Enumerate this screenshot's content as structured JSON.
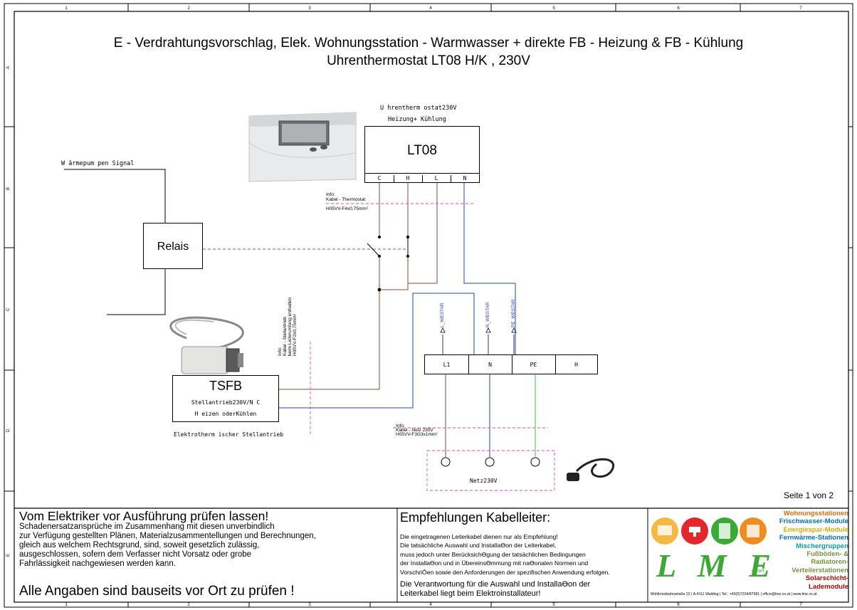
{
  "title": {
    "line1": "E - Verdrahtungsvorschlag, Elek. Wohnungsstation - Warmwasser  + direkte FB - Heizung & FB - Kühlung",
    "line2": "Uhrenthermostat  LT08 H/K , 230V"
  },
  "frame": {
    "columns": [
      "1",
      "2",
      "3",
      "4",
      "5",
      "6",
      "7"
    ],
    "rows": [
      "A",
      "B",
      "C",
      "D",
      "E"
    ]
  },
  "thermostat": {
    "caption1": "U hrentherm ostat230V",
    "caption2": "Heizung+ Kühlung",
    "model": "LT08",
    "terminals": [
      "C",
      "H",
      "L",
      "N"
    ],
    "image_name": "Uhrenthermostat"
  },
  "heatpump_signal": "W ärmepum pen Signal",
  "relais_label": "Relais",
  "info_thermostat": [
    "Info:",
    "Kabel - Thermostat",
    "H05VV-F4x0,75mm²"
  ],
  "info_actuator": [
    "Info:",
    "Kabel - Stellantrieb",
    "beim Lieferumfang enthalten",
    "H05VV-F2x0,75mm²"
  ],
  "info_mains": [
    "Info:",
    "Kabel - Netz 230V",
    "H05VV-F3G3x1mm²"
  ],
  "actuator": {
    "name": "TSFB",
    "line1": "Stellantrieb230V/N C",
    "line2": "H eizen oderKühlen",
    "caption": "Elektrotherm ischer Stellantrieb"
  },
  "station": {
    "terminals": [
      "L1",
      "N",
      "PE",
      "H"
    ],
    "wire_labels": [
      "L_WESTAR",
      "N_WESTAR",
      "PE_WESTAR"
    ]
  },
  "mains": {
    "label": "Netz230V"
  },
  "page": "Seite 1 von 2",
  "footer": {
    "warning_title": "Vom Elektriker vor Ausführung prüfen lassen!",
    "warning_lines": [
      "Schadenersatzansprüche im Zusammenhang mit diesen unverbindlich",
      "zur Verfügung gestellten Plänen, Materialzusammentellungen und Berechnungen,",
      "gleich aus welchem Rechtsgrund, sind, soweit gesetzlich zulässig,",
      "ausgeschlossen, sofern dem Verfasser nicht Vorsatz oder grobe",
      "Fahrlässigkeit nachgewiesen werden kann."
    ],
    "warning_bottom": "Alle Angaben sind bauseits vor Ort zu prüfen !",
    "rec_title": "Empfehlungen Kabelleiter:",
    "rec_lines": [
      "Die eingetragenen Leiterkabel dienen nur als Empfehlung!",
      "Die tatsächliche Auswahl und InstallaƟon der Leiterkabel,",
      "muss jedoch unter BerücksichƟgung der tatsächlichen Bedingungen",
      "der InstallaƟon und in ÜbereinsƟmmung mit naƟonalen Normen und",
      "VorschriŌen sowie den Anforderungen der spezifischen Anwendung erfolgen."
    ],
    "rec_bottom": [
      "Die Verantwortung für die Auswahl und InstallaƟon der",
      "Leiterkabel liegt beim Elektroinstallateur!"
    ],
    "logo_text": "L M E",
    "logo_gmbh": "GmbH",
    "categories": [
      {
        "text": "Wohnungsstationen",
        "color": "#e36c0a"
      },
      {
        "text": "Frischwasser-Module",
        "color": "#0070c0"
      },
      {
        "text": "Energiespar-Module",
        "color": "#e0a800"
      },
      {
        "text": "Fernwärme-Stationen",
        "color": "#0070c0"
      },
      {
        "text": "Mischergruppen",
        "color": "#00a0b0"
      },
      {
        "text": "Fußböden- & Radiatoren-",
        "color": "#76923c"
      },
      {
        "text": "Verteilerstationen",
        "color": "#76923c"
      },
      {
        "text": "Solarschicht-Lademodule",
        "color": "#c00000"
      }
    ],
    "address": "Mühlkreisbahnstraße 22 | A-4111 Walding | Tel.: +43(0)7234/87981 | office@lme.co.at | www.lme.co.at"
  },
  "colors": {
    "brown": "#8b4a3a",
    "blue": "#1f3fd6",
    "green": "#3cc13c",
    "pink": "#e8479a"
  }
}
